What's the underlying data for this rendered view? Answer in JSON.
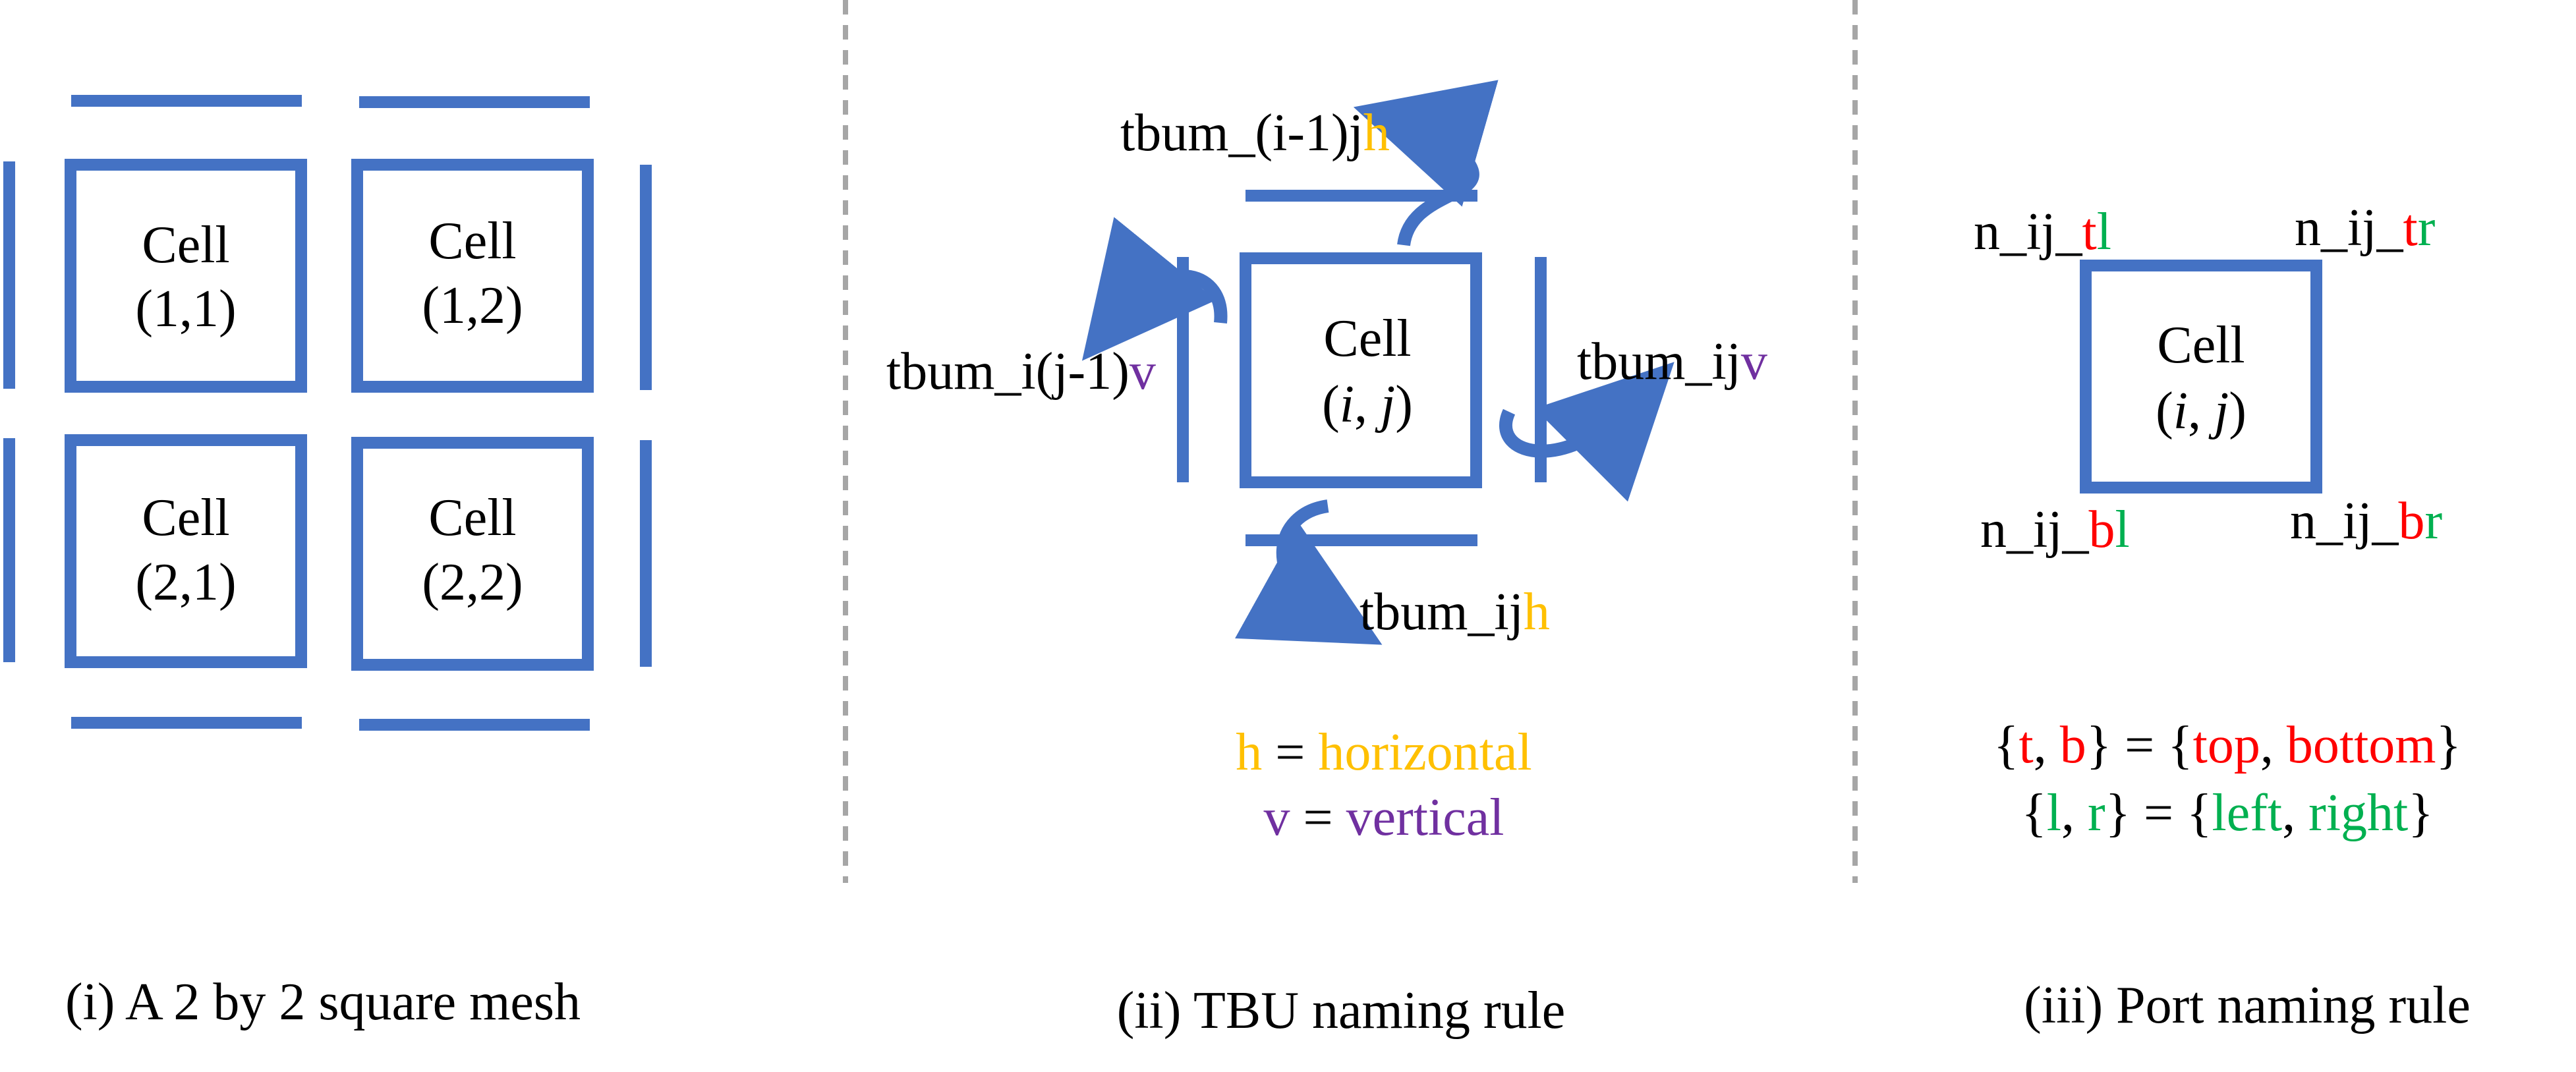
{
  "colors": {
    "structure": "#4472C4",
    "divider": "#A6A6A6",
    "horizontal": "#FFC000",
    "vertical": "#7030A0",
    "top_bottom": "#FF0000",
    "left_right": "#00B050",
    "text": "#000000"
  },
  "panel1": {
    "cells": [
      {
        "line1": "Cell",
        "line2": "(1,1)"
      },
      {
        "line1": "Cell",
        "line2": "(1,2)"
      },
      {
        "line1": "Cell",
        "line2": "(2,1)"
      },
      {
        "line1": "Cell",
        "line2": "(2,2)"
      }
    ],
    "caption": "(i) A 2 by 2 square mesh"
  },
  "panel2": {
    "cell": {
      "line1": "Cell",
      "i": "i",
      "j": "j"
    },
    "label_top": {
      "base": "tbum_(i-1)j",
      "suffix": "h"
    },
    "label_left": {
      "base": "tbum_i(j-1)",
      "suffix": "v"
    },
    "label_right": {
      "base": "tbum_ij",
      "suffix": "v"
    },
    "label_bottom": {
      "base": "tbum_ij",
      "suffix": "h"
    },
    "legend_h": {
      "key": "h",
      "eq": " = ",
      "value": "horizontal"
    },
    "legend_v": {
      "key": "v",
      "eq": " = ",
      "value": "vertical"
    },
    "caption": "(ii) TBU naming rule"
  },
  "panel3": {
    "cell": {
      "line1": "Cell",
      "i": "i",
      "j": "j"
    },
    "prefix": "n_ij_",
    "ports": {
      "tl": {
        "a": "t",
        "b": "l"
      },
      "tr": {
        "a": "t",
        "b": "r"
      },
      "bl": {
        "a": "b",
        "b": "l"
      },
      "br": {
        "a": "b",
        "b": "r"
      }
    },
    "legend_tb": {
      "open1": "{",
      "t": "t",
      "sep1": ", ",
      "b": "b",
      "mid": "} = {",
      "top": "top",
      "sep2": ", ",
      "bottom": "bottom",
      "close": "}"
    },
    "legend_lr": {
      "open1": "{",
      "l": "l",
      "sep1": ", ",
      "r": "r",
      "mid": "} = {",
      "left": "left",
      "sep2": ", ",
      "right": "right",
      "close": "}"
    },
    "caption": "(iii) Port naming rule"
  }
}
